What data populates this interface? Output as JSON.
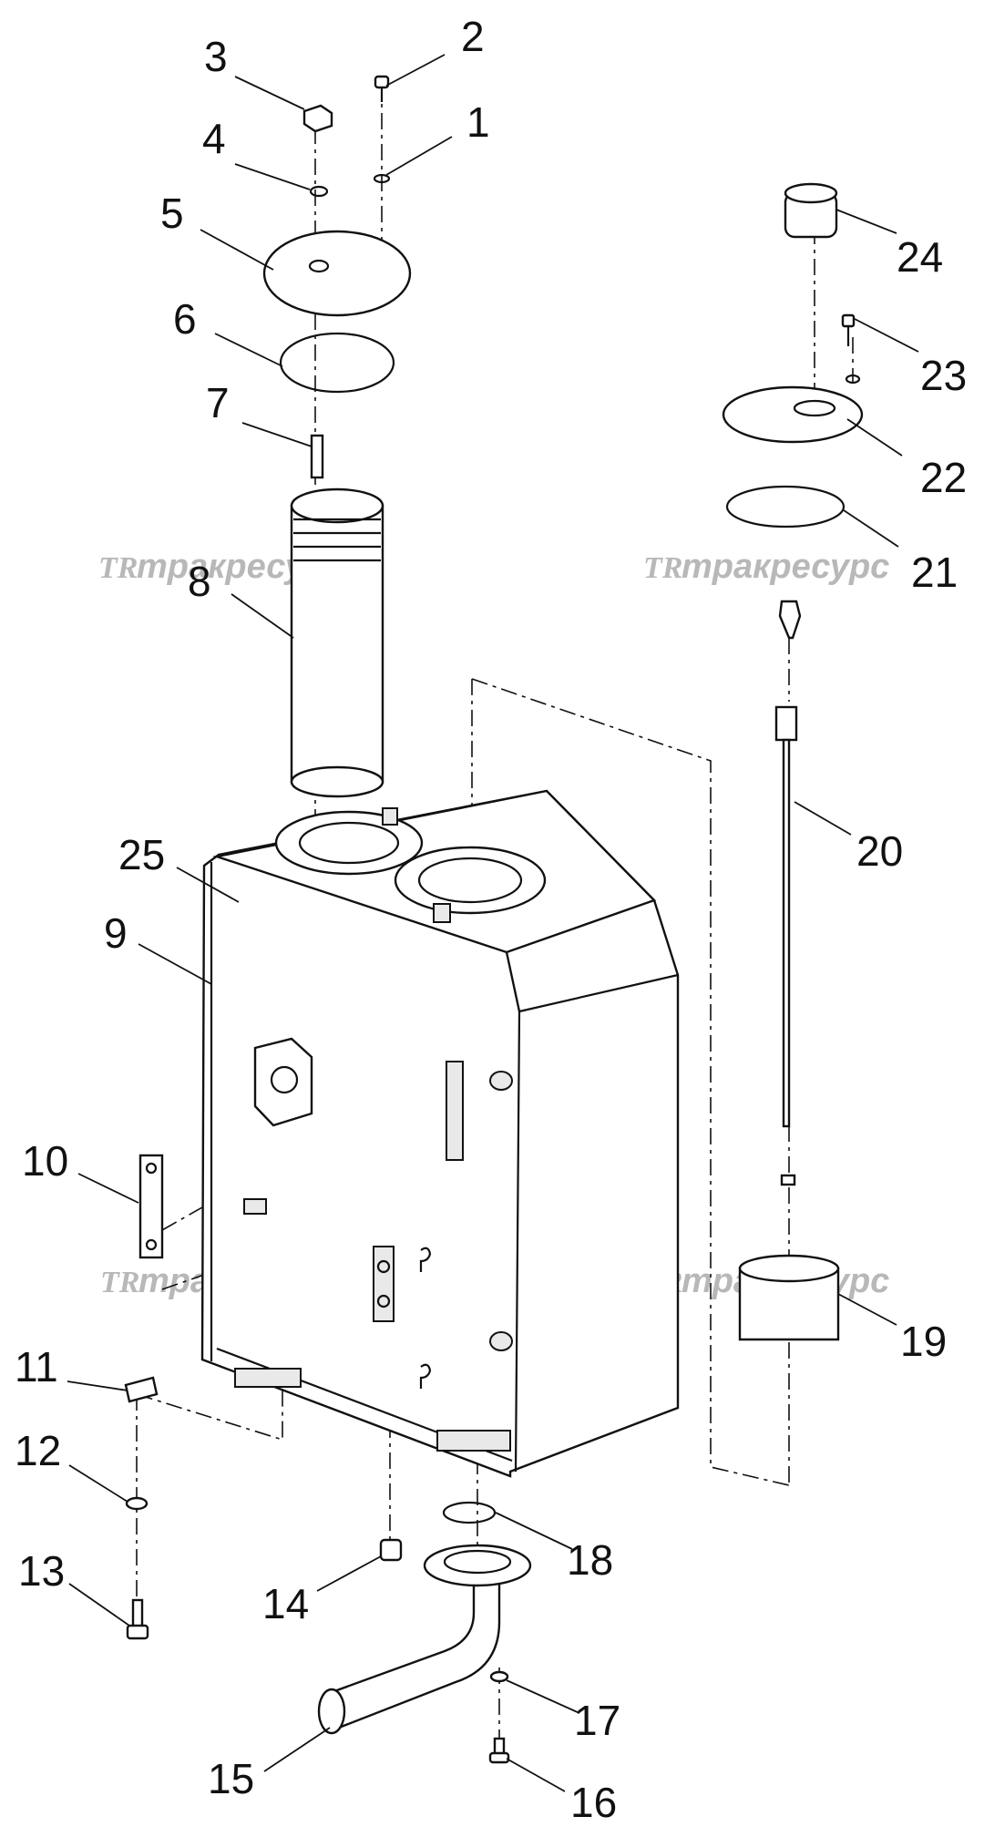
{
  "watermark": {
    "logo": "TR",
    "text": "тракресурс"
  },
  "labels": [
    "1",
    "2",
    "3",
    "4",
    "5",
    "6",
    "7",
    "8",
    "9",
    "10",
    "11",
    "12",
    "13",
    "14",
    "15",
    "16",
    "17",
    "18",
    "19",
    "20",
    "21",
    "22",
    "23",
    "24",
    "25"
  ]
}
